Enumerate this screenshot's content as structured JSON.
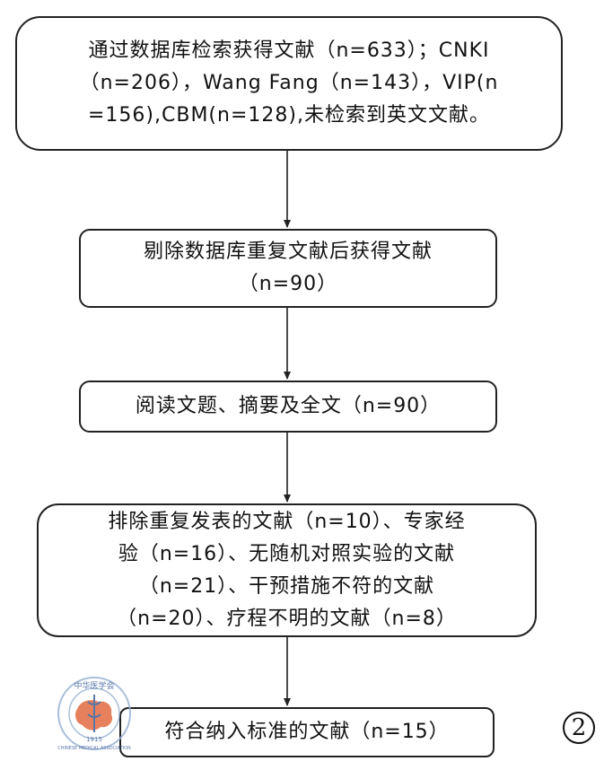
{
  "flowchart": {
    "box1_lines": [
      "通过数据库检索获得文献（n=633）；CNKI",
      "（n=206），Wang Fang（n=143），VIP(n",
      "=156),CBM(n=128),未检索到英文文献。"
    ],
    "box2_lines": [
      "剔除数据库重复文献后获得文献",
      "（n=90）"
    ],
    "box3_lines": [
      "阅读文题、摘要及全文（n=90）"
    ],
    "box4_lines": [
      "排除重复发表的文献（n=10）、专家经",
      "验（n=16）、无随机对照实验的文献",
      "（n=21）、干预措施不符的文献",
      "（n=20）、疗程不明的文献（n=8）"
    ],
    "box5_lines": [
      "符合纳入标准的文献（n=15）"
    ]
  },
  "panel_label": "2",
  "watermark": {
    "top_text": "中华医学会",
    "side_text": "CHINESE MEDICAL ASSOCIATION",
    "year": "1915",
    "logo_color": "#e05a2b"
  }
}
